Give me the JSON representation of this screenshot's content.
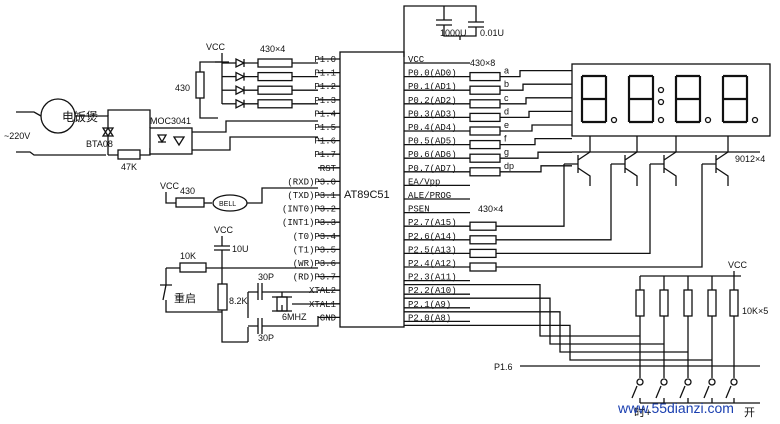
{
  "chip": {
    "name": "AT89C51",
    "left_pins": [
      "P1.0",
      "P1.1",
      "P1.2",
      "P1.3",
      "P1.4",
      "P1.5",
      "P1.6",
      "P1.7",
      "RST",
      "(RXD)P3.0",
      "(TXD)P3.1",
      "(INT0)P3.2",
      "(INT1)P3.3",
      "(T0)P3.4",
      "(T1)P3.5",
      "(WR)P3.6",
      "(RD)P3.7",
      "XTAL2",
      "XTAL1",
      "GND"
    ],
    "right_pins": [
      "VCC",
      "P0.0(AD0)",
      "P0.1(AD1)",
      "P0.2(AD2)",
      "P0.3(AD3)",
      "P0.4(AD4)",
      "P0.5(AD5)",
      "P0.6(AD6)",
      "P0.7(AD7)",
      "EA/Vpp",
      "ALE/PROG",
      "PSEN",
      "P2.7(A15)",
      "P2.6(A14)",
      "P2.5(A13)",
      "P2.4(A12)",
      "P2.3(A11)",
      "P2.2(A10)",
      "P2.1(A9)",
      "P2.0(A8)"
    ]
  },
  "segments": [
    "a",
    "b",
    "c",
    "d",
    "e",
    "f",
    "g",
    "dp"
  ],
  "labels": {
    "vcc": "VCC",
    "led_res": "430×4",
    "seg_res": "430×8",
    "digit_res": "430×4",
    "r430": "430",
    "moc": "MOC3041",
    "bta": "BTA08",
    "r47k": "47K",
    "v220": "~220V",
    "cooker": "电饭煲",
    "bell": "BELL",
    "r10k": "10K",
    "c10u": "10U",
    "reset": "重启",
    "r82k": "8.2K",
    "c30p_a": "30P",
    "c30p_b": "30P",
    "crystal": "6MHZ",
    "c1000": "1000U",
    "c001": "0.01U",
    "transistors": "9012×4",
    "pullups": "10K×5",
    "p16": "P1.6",
    "key_time": "时+",
    "key_on": "开",
    "watermark": "www.55dianzi.com"
  }
}
